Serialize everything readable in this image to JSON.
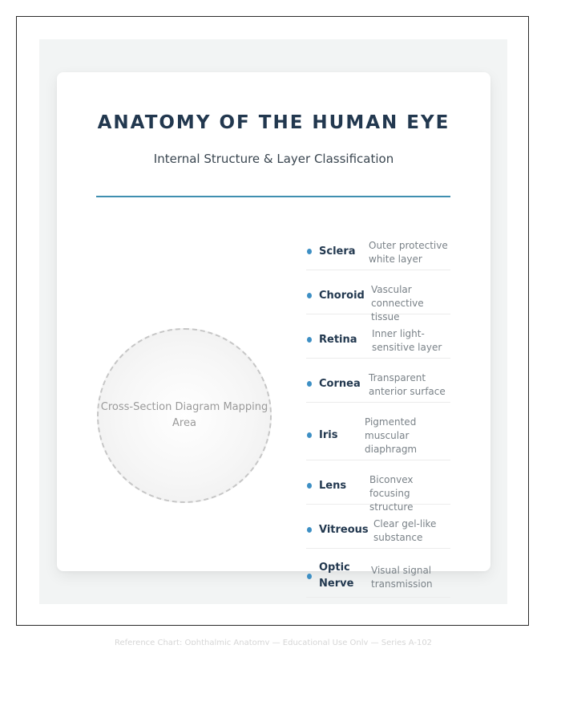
{
  "title": "ANATOMY OF THE HUMAN EYE",
  "subtitle": "Internal Structure & Layer Classification",
  "diagram": {
    "placeholder": "Cross-Section Diagram Mapping Area"
  },
  "legend": {
    "items": [
      {
        "term": "Sclera",
        "description": "Outer protective white layer"
      },
      {
        "term": "Choroid",
        "description": "Vascular connective tissue"
      },
      {
        "term": "Retina",
        "description": "Inner light-sensitive layer"
      },
      {
        "term": "Cornea",
        "description": "Transparent anterior surface"
      },
      {
        "term": "Iris",
        "description": "Pigmented muscular diaphragm"
      },
      {
        "term": "Lens",
        "description": "Biconvex focusing structure"
      },
      {
        "term": "Vitreous",
        "description": "Clear gel-like substance"
      },
      {
        "term": "Optic Nerve",
        "description": "Visual signal transmission"
      }
    ]
  },
  "footer": "Reference Chart: Ophthalmic Anatomy — Educational Use Only — Series A-102",
  "colors": {
    "title": "#22384f",
    "accent": "#3f8fb0",
    "bullet": "#3d8fc4",
    "card": "#ffffff",
    "canvas": "#f2f4f4"
  }
}
